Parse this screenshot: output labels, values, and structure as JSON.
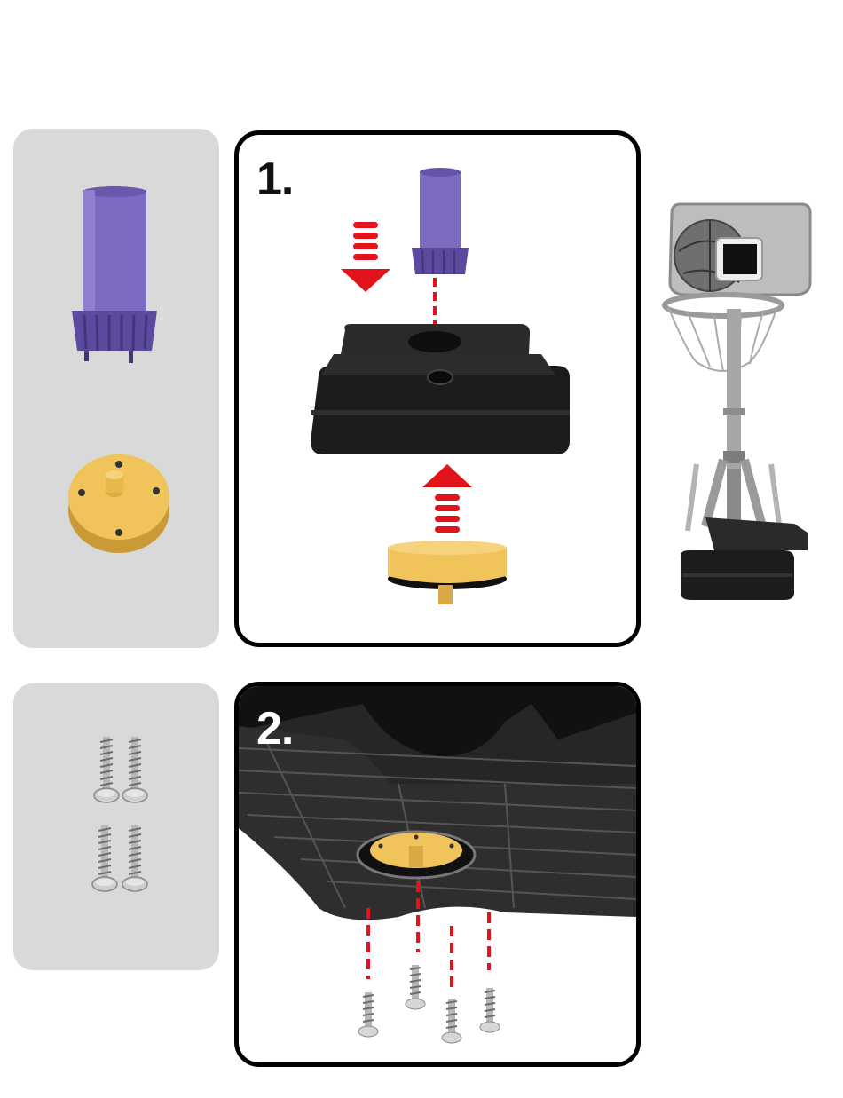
{
  "steps": [
    {
      "number": "1."
    },
    {
      "number": "2."
    }
  ],
  "parts_panels": [
    {
      "parts": [
        "purple-pole-adapter",
        "yellow-base-cap"
      ]
    },
    {
      "parts": [
        "screw",
        "screw",
        "screw",
        "screw"
      ]
    }
  ],
  "colors": {
    "purple": "#7d6bc1",
    "purple_dark": "#5c4a9e",
    "yellow": "#f0c45a",
    "yellow_dark": "#c99a35",
    "black_base": "#1c1c1c",
    "arrow_red": "#e3131b",
    "panel_gray": "#d9d9d9"
  },
  "icons": [
    "down-arrow-icon",
    "up-arrow-icon",
    "dashed-guide-line",
    "basketball-hoop-illustration"
  ]
}
